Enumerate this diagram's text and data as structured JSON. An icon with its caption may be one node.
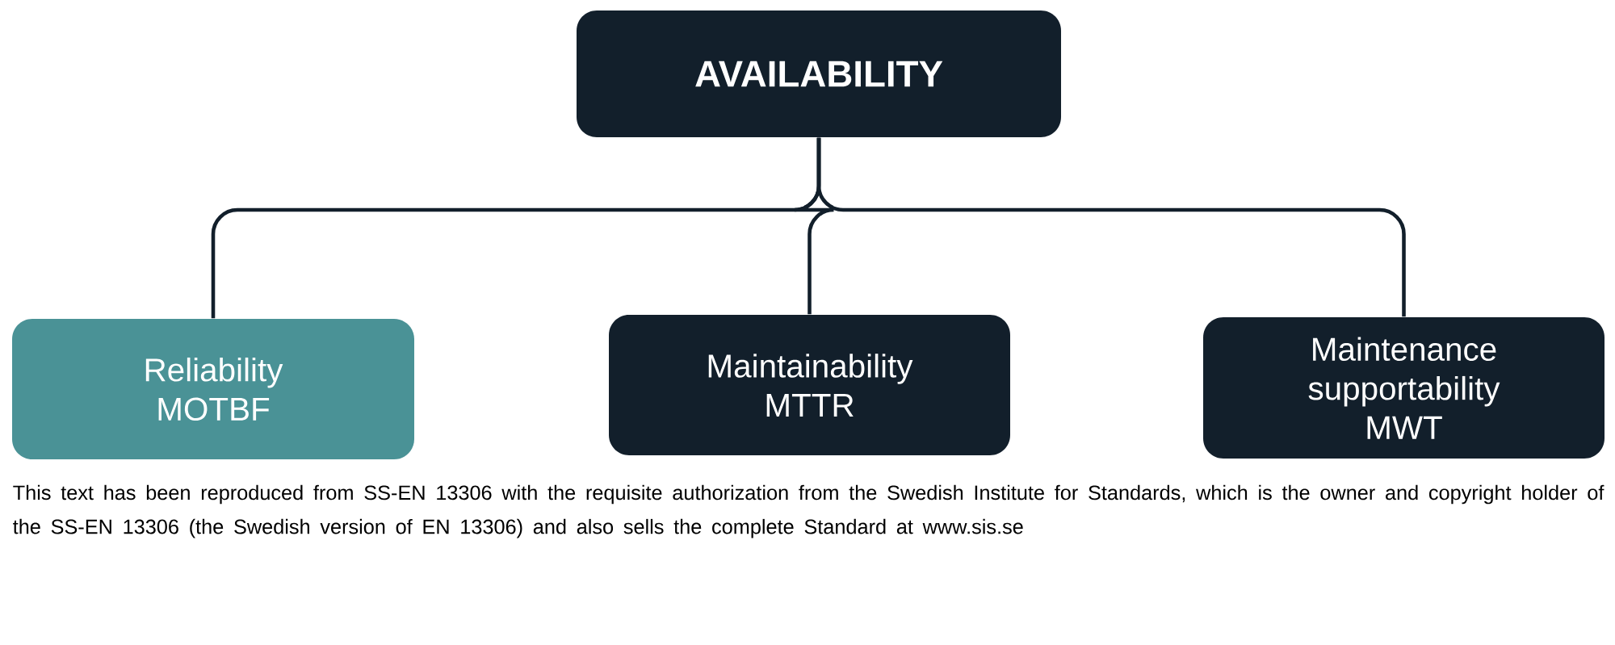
{
  "diagram": {
    "nodes": [
      {
        "text": [
          "AVAILABILITY"
        ]
      },
      {
        "text": [
          "Reliability MOTBF"
        ]
      },
      {
        "text": [
          "Maintainability MTTR"
        ]
      },
      {
        "text": [
          "Maintenance supportability MWT"
        ]
      }
    ],
    "edges": [
      {
        "from": 0,
        "to": 1,
        "arrow": "none"
      },
      {
        "from": 0,
        "to": 2,
        "arrow": "none"
      },
      {
        "from": 0,
        "to": 3,
        "arrow": "none"
      }
    ],
    "caption": "This text has been reproduced from SS-EN 13306 with the requisite authorization from the Swedish Institute for Standards, which is the owner and copyright holder of the SS-EN 13306 (the Swedish version of EN 13306) and also sells the complete Standard at www.sis.se"
  }
}
